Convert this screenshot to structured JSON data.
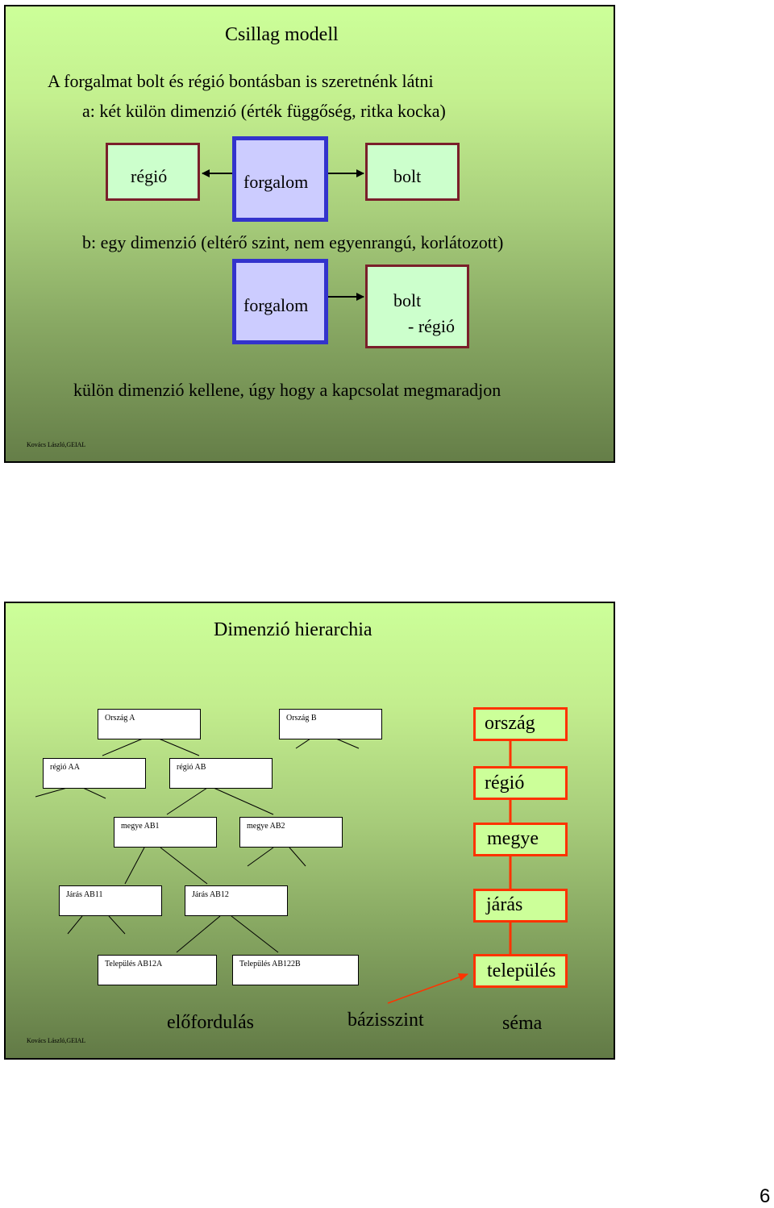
{
  "slide1": {
    "title": "Csillag modell",
    "line1": "A forgalmat bolt és régió bontásban is szeretnénk látni",
    "line2": "a: két külön dimenzió (érték függőség, ritka kocka)",
    "diagram_a": {
      "left": "régió",
      "center": "forgalom",
      "right": "bolt"
    },
    "line3": "b: egy dimenzió (eltérő szint, nem egyenrangú, korlátozott)",
    "diagram_b": {
      "center": "forgalom",
      "right_line1": "bolt",
      "right_line2": "- régió"
    },
    "line4": "külön dimenzió kellene, úgy hogy a kapcsolat megmaradjon",
    "footer": "Kovács László,GEIAL"
  },
  "slide2": {
    "title": "Dimenzió hierarchia",
    "instances": {
      "orszag_a": "Ország A",
      "orszag_b": "Ország B",
      "regio_aa": "régió AA",
      "regio_ab": "régió AB",
      "megye_ab1": "megye AB1",
      "megye_ab2": "megye AB2",
      "jaras_ab11": "Járás AB11",
      "jaras_ab12": "Járás AB12",
      "telepules_ab12a": "Település AB12A",
      "telepules_ab122b": "Település AB122B"
    },
    "levels": [
      "ország",
      "régió",
      "megye",
      "járás",
      "település"
    ],
    "label_elofordulas": "előfordulás",
    "label_bazisszint": "bázisszint",
    "label_sema": "séma",
    "footer": "Kovács László,GEIAL",
    "colors": {
      "level_border": "#ff3300",
      "arrow": "#ff3300"
    }
  },
  "page_number": "6"
}
